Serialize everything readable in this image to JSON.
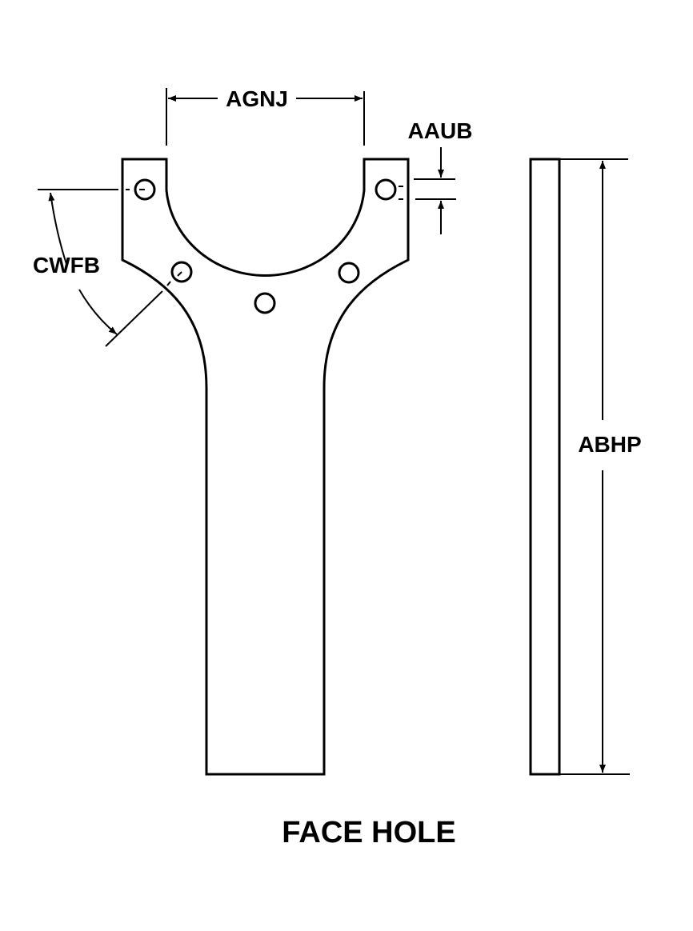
{
  "title": "FACE HOLE",
  "dimensions": {
    "width_between_tabs": "AGNJ",
    "hole_offset": "AAUB",
    "angle": "CWFB",
    "overall_length": "ABHP"
  },
  "colors": {
    "ink": "#000000",
    "background": "#ffffff"
  }
}
